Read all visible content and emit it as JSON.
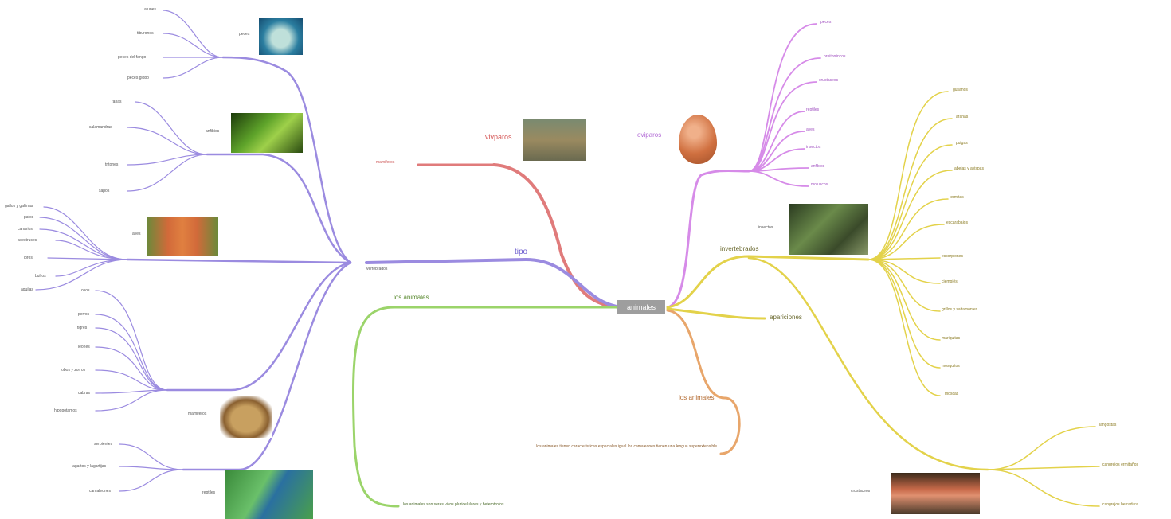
{
  "central": "animales",
  "colors": {
    "vertebrados": "#9b8be0",
    "tipo": "#e07b7b",
    "oviparos": "#d68be8",
    "invertebrados": "#e3d24a",
    "nota": "#e8a66b",
    "definicion": "#9bd46a"
  },
  "left": {
    "tipo": "tipo",
    "vivparos": "vivparos",
    "mamiferos": "mamiferos",
    "vertebrados": "vertebrados",
    "peces": {
      "label": "peces",
      "items": [
        "atunes",
        "tiburones",
        "peces del fango",
        "peces globo"
      ]
    },
    "anfibios": {
      "label": "anfibios",
      "items": [
        "ranas",
        "salamandras",
        "tritones",
        "sapos"
      ]
    },
    "aves": {
      "label": "aves",
      "items": [
        "gallos y gallinas",
        "patos",
        "canarios",
        "avestruces",
        "loros",
        "buhos",
        "aguilas"
      ]
    },
    "mamiferos2": {
      "label": "mamiferos",
      "items": [
        "osos",
        "perros",
        "tigres",
        "leones",
        "lobos y zorros",
        "cabras",
        "hipopotamos"
      ]
    },
    "reptiles": {
      "label": "reptiles",
      "items": [
        "serpientes",
        "lagartos y lagartijas",
        "camaleones"
      ]
    }
  },
  "right": {
    "oviparos": {
      "label": "oviparos",
      "items": [
        "peces",
        "ornitorrincos",
        "crustaceos",
        "reptiles",
        "aves",
        "insectos",
        "anfibios",
        "moluscos"
      ]
    },
    "invertebrados": "invertebrados",
    "insectos": {
      "label": "insectos",
      "items": [
        "gusanos",
        "arañas",
        "pulgas",
        "abejas y avispas",
        "termitas",
        "escarabajos",
        "escorpiones",
        "ciempiés",
        "grillos y saltamontes",
        "mariquitas",
        "mosquitos",
        "moscas"
      ]
    },
    "apariciones": "apariciones",
    "crustaceos": {
      "label": "crustaceos",
      "items": [
        "langostas",
        "cangrejos ermitaños",
        "cangrejos herradura"
      ]
    }
  },
  "bottom": {
    "nota_label": "los animales",
    "nota_text": "los animales tienen caracteristicas especiales igual los camaleones tienen una lengua superextensible",
    "def_label": "los animales",
    "def_text": "los animales son seres vivos pluricelulares y heterotrofos"
  }
}
